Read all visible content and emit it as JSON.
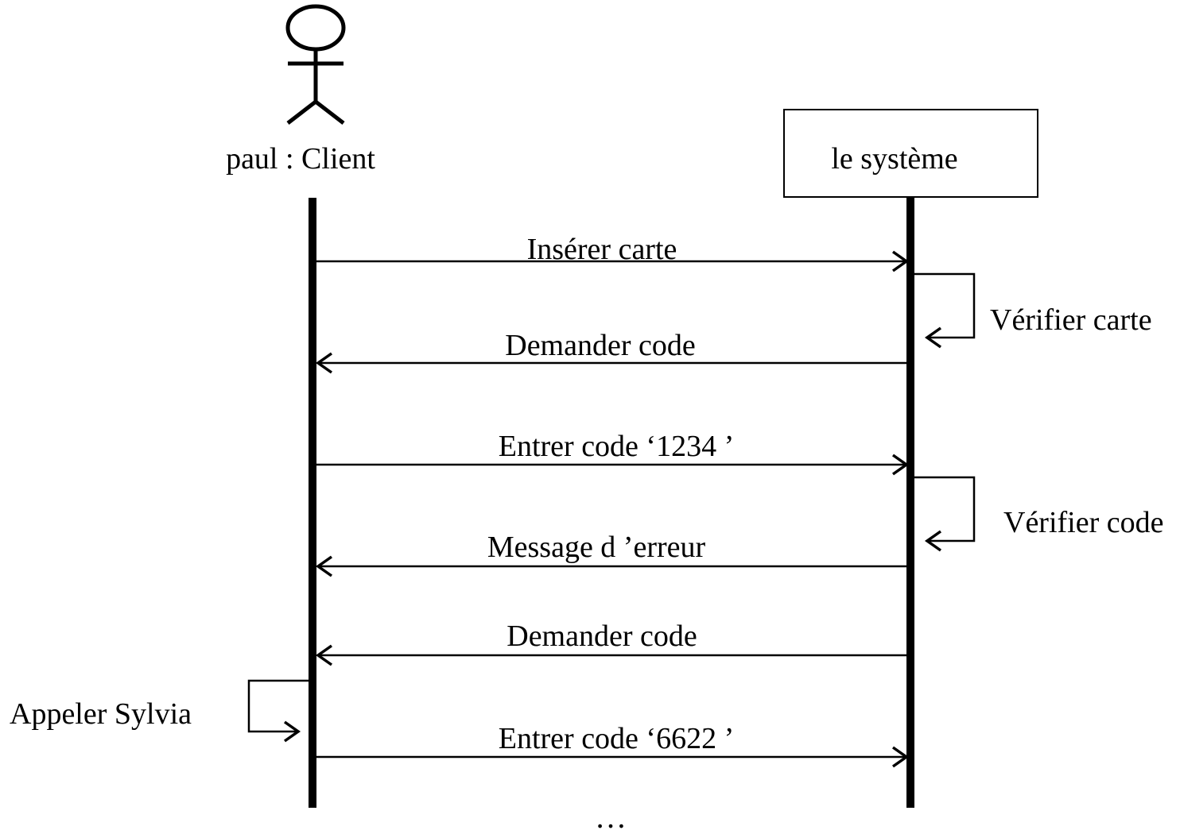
{
  "actor": {
    "label": "paul : Client"
  },
  "system": {
    "label": "le système"
  },
  "messages": [
    {
      "label": "Insérer carte",
      "direction": "to-system"
    },
    {
      "label": "Vérifier carte",
      "direction": "self-system"
    },
    {
      "label": "Demander code",
      "direction": "to-client"
    },
    {
      "label": "Entrer code ‘1234 ’",
      "direction": "to-system"
    },
    {
      "label": "Vérifier code",
      "direction": "self-system"
    },
    {
      "label": "Message d ’erreur",
      "direction": "to-client"
    },
    {
      "label": "Demander code",
      "direction": "to-client"
    },
    {
      "label": "Appeler Sylvia",
      "direction": "self-client"
    },
    {
      "label": "Entrer code ‘6622 ’",
      "direction": "to-system"
    }
  ],
  "continuation": "…"
}
